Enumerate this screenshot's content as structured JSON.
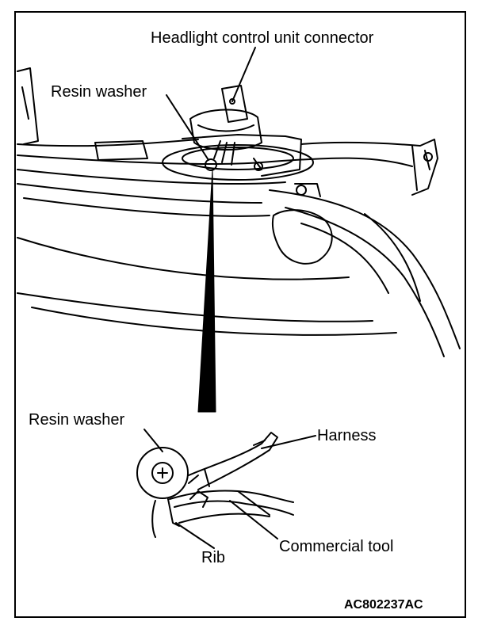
{
  "labels": {
    "headlight_connector": "Headlight control unit connector",
    "resin_washer_top": "Resin washer",
    "resin_washer_detail": "Resin washer",
    "harness": "Harness",
    "rib": "Rib",
    "commercial_tool": "Commercial tool"
  },
  "figure_code": "AC802237AC",
  "colors": {
    "ink": "#000000",
    "paper": "#ffffff"
  }
}
